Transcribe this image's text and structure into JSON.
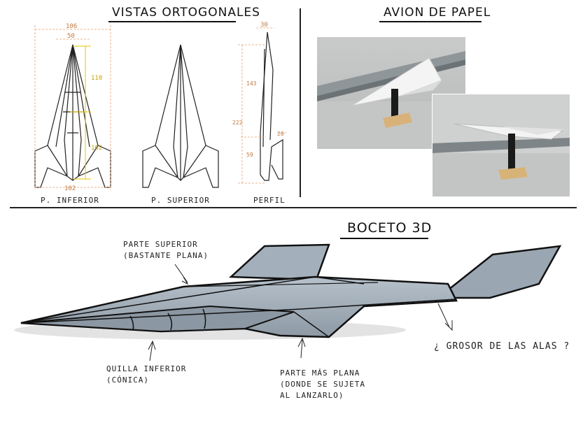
{
  "titles": {
    "ortho": "VISTAS ORTOGONALES",
    "plane": "AVION DE PAPEL",
    "sketch": "BOCETO 3D"
  },
  "views": {
    "bottom": "P. INFERIOR",
    "top": "P. SUPERIOR",
    "profile": "PERFIL"
  },
  "dimensions": {
    "overall_width": "106",
    "inner_width": "50",
    "upper_length": "110",
    "lower_length": "102",
    "tail_width": "102",
    "profile_top": "30",
    "profile_total": "222",
    "profile_upper": "143",
    "profile_lower": "59",
    "profile_fin": "20"
  },
  "notes": {
    "upper": "PARTE SUPERIOR\n(BASTANTE PLANA)",
    "keel": "QUILLA INFERIOR\n(CÓNICA)",
    "flat": "PARTE MÁS PLANA\n(DONDE SE SUJETA\nAL LANZARLO)",
    "thickness": "¿ GROSOR DE LAS ALAS ?"
  },
  "colors": {
    "plane_fill": "#a9b5c0",
    "plane_dark": "#7d8a96",
    "ink": "#111111",
    "dim_yellow": "#e6c400",
    "dim_orange": "#e8a070"
  }
}
